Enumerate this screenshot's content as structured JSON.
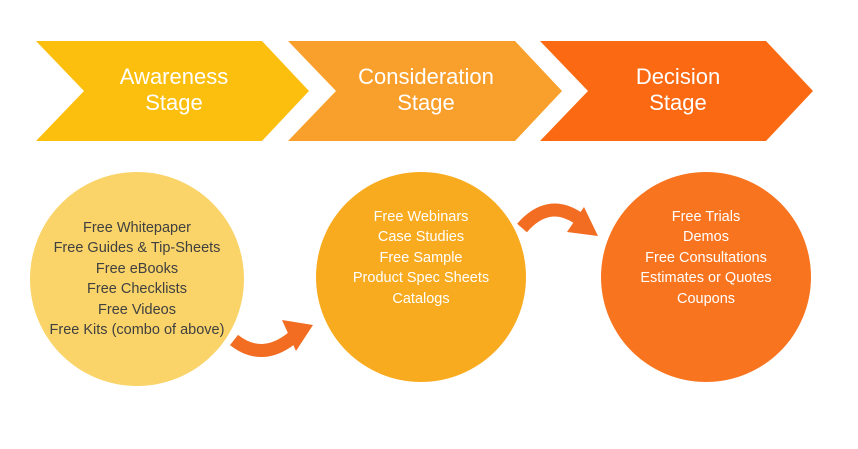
{
  "stages": [
    {
      "title_line1": "Awareness",
      "title_line2": "Stage",
      "color": "#fcbf0e",
      "items": [
        "Free Whitepaper",
        "Free Guides & Tip-Sheets",
        "Free eBooks",
        "Free Checklists",
        "Free Videos",
        "Free Kits (combo of above)"
      ],
      "circle_color": "#fad469"
    },
    {
      "title_line1": "Consideration",
      "title_line2": "Stage",
      "color": "#f9a02c",
      "items": [
        "Free Webinars",
        "Case Studies",
        "Free Sample",
        "Product Spec Sheets",
        "Catalogs"
      ],
      "circle_color": "#f9ab1f"
    },
    {
      "title_line1": "Decision",
      "title_line2": "Stage",
      "color": "#fb6a12",
      "items": [
        "Free Trials",
        "Demos",
        "Free Consultations",
        "Estimates or Quotes",
        "Coupons"
      ],
      "circle_color": "#f9741f"
    }
  ],
  "connector_color": "#f26d21"
}
